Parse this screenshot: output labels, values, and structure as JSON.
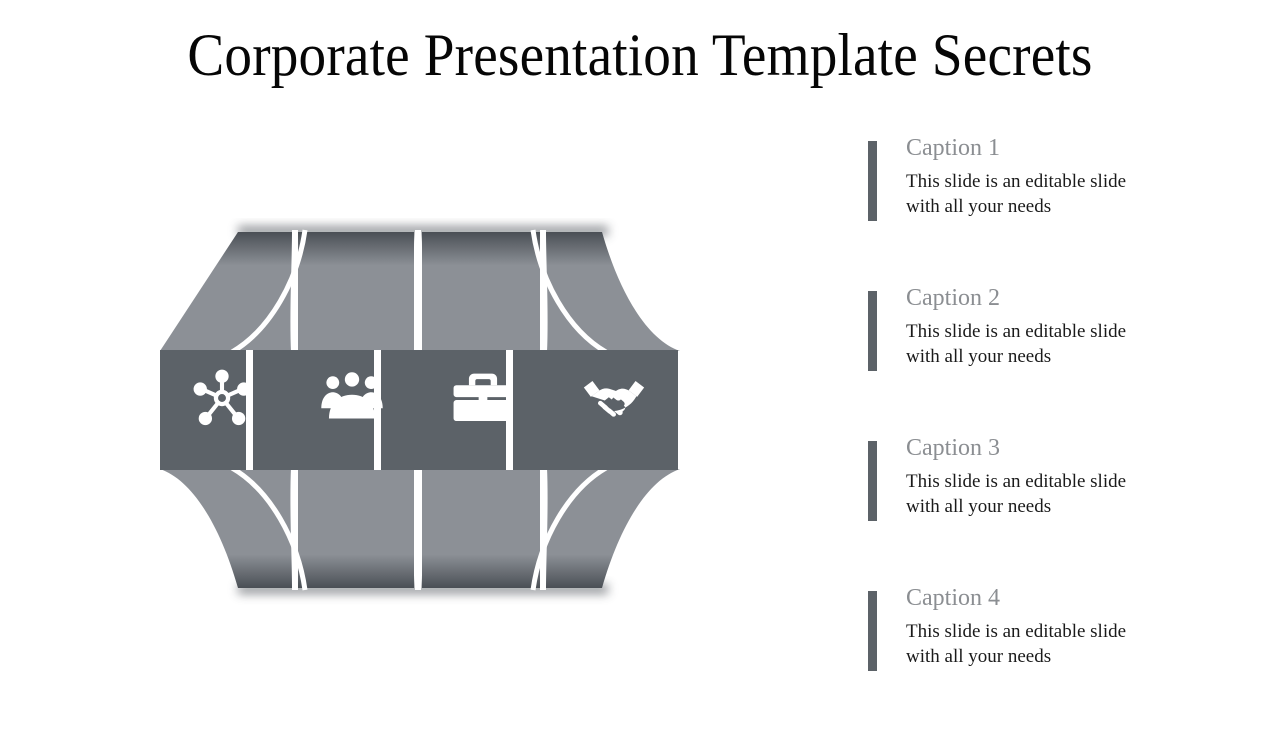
{
  "slide": {
    "title": "Corporate Presentation Template Secrets",
    "background_color": "#ffffff"
  },
  "theme": {
    "accent_dark": "#5c6268",
    "accent_light": "#8c9096",
    "title_color": "#060606",
    "caption_title_color": "#8b8e92",
    "caption_body_color": "#1a1a1a",
    "divider_color": "#ffffff"
  },
  "diagram": {
    "type": "four-segment-hourglass-infographic",
    "segment_count": 4,
    "segments": [
      {
        "index": 1,
        "icon": "network-hub-icon",
        "linked_caption": "Caption 1"
      },
      {
        "index": 2,
        "icon": "people-group-icon",
        "linked_caption": "Caption 2"
      },
      {
        "index": 3,
        "icon": "briefcase-icon",
        "linked_caption": "Caption 3"
      },
      {
        "index": 4,
        "icon": "handshake-icon",
        "linked_caption": "Caption 4"
      }
    ]
  },
  "captions": [
    {
      "title": "Caption 1",
      "text": "This slide is an editable slide with all your needs"
    },
    {
      "title": "Caption 2",
      "text": "This slide is an editable slide with all your needs"
    },
    {
      "title": "Caption 3",
      "text": "This slide is an editable slide with all your needs"
    },
    {
      "title": "Caption 4",
      "text": "This slide is an editable slide with all your needs"
    }
  ]
}
